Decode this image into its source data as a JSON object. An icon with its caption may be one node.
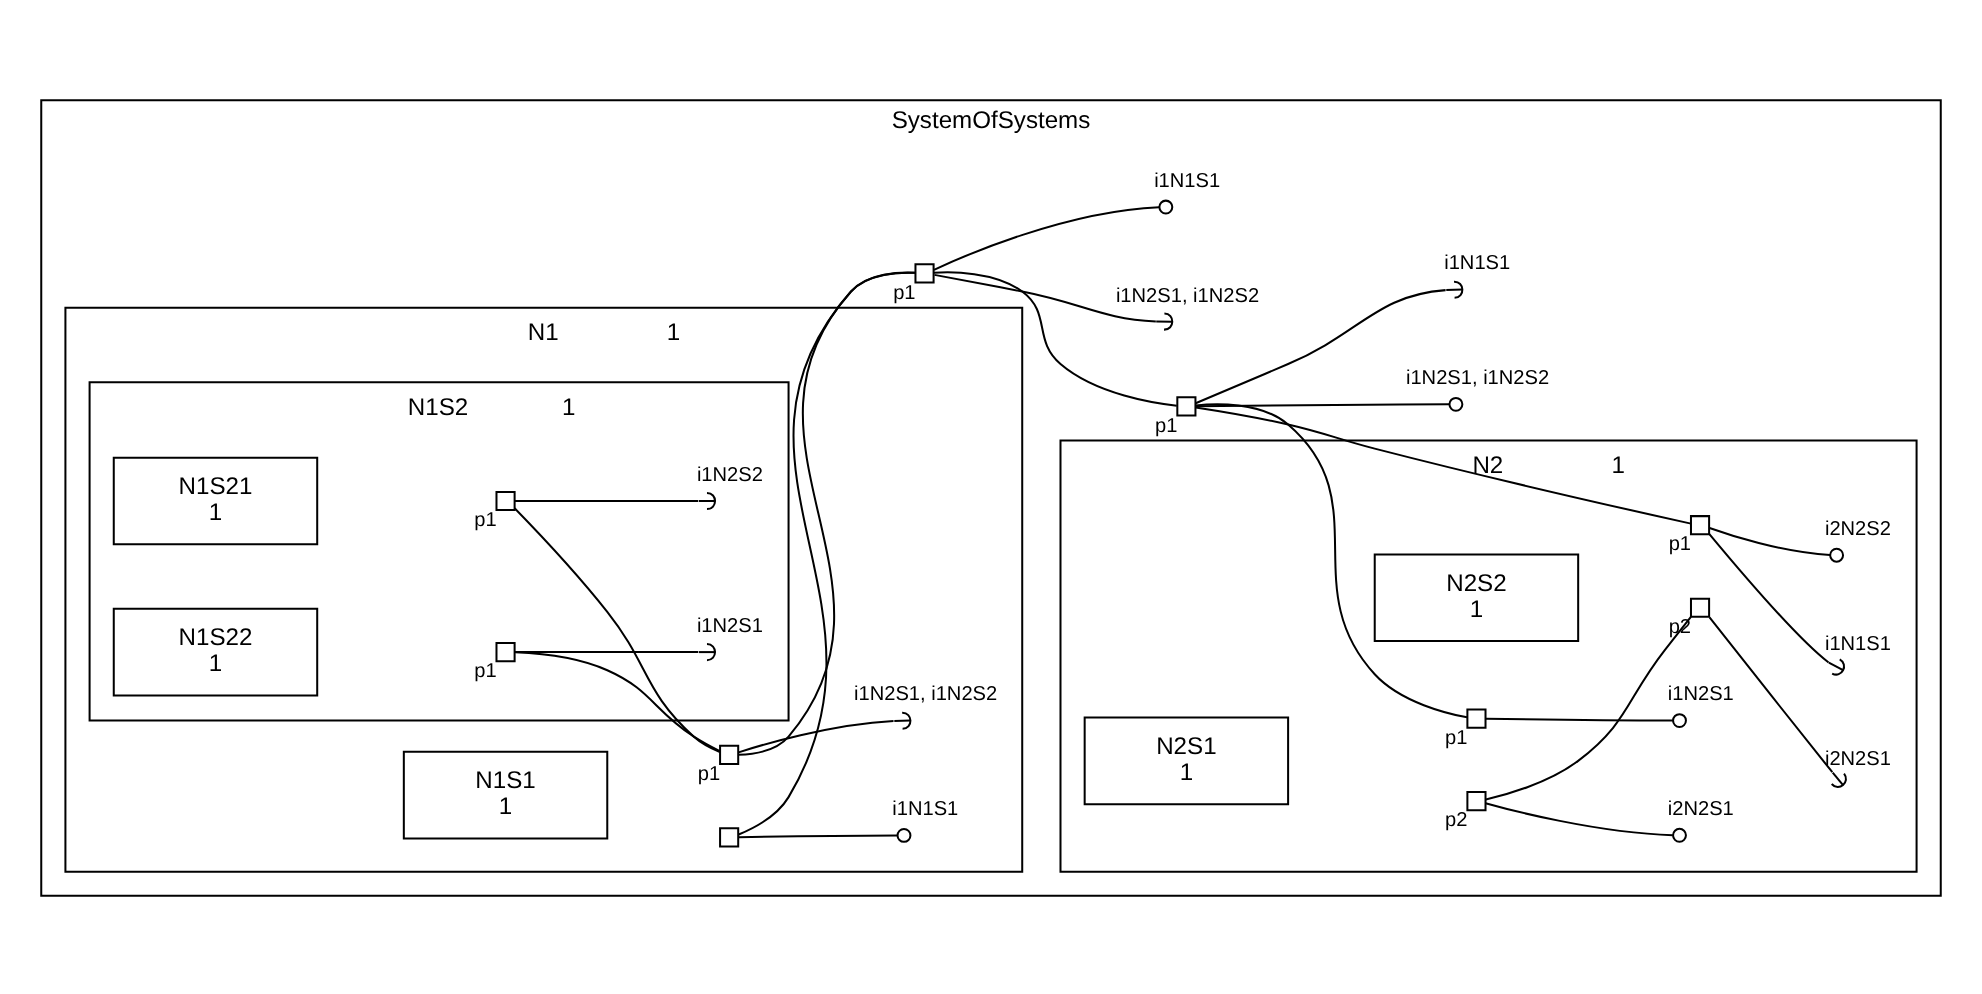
{
  "diagram": {
    "nodes": [
      {
        "text": [
          "SystemOfSystems"
        ]
      },
      {
        "text": [
          "N1",
          "1"
        ],
        "in": 0
      },
      {
        "text": [
          "N1S1",
          "1"
        ],
        "in": 1
      },
      {
        "text": [],
        "shape": "box",
        "in": 1
      },
      {
        "text": [],
        "shape": "circle",
        "beside": [
          "i1N1S1"
        ],
        "in": 1
      },
      {
        "text": [
          "N1S2",
          "1"
        ],
        "in": 1
      },
      {
        "text": [
          "N1S21",
          "1"
        ],
        "in": 5
      },
      {
        "text": [],
        "shape": "box",
        "beside": [
          "p1"
        ],
        "in": 5
      },
      {
        "text": [],
        "shape": "socket",
        "beside": [
          "i1N2S2"
        ],
        "in": 5
      },
      {
        "text": [
          "N1S22",
          "1"
        ],
        "in": 5
      },
      {
        "text": [],
        "shape": "box",
        "beside": [
          "p1"
        ],
        "in": 5
      },
      {
        "text": [],
        "shape": "socket",
        "beside": [
          "i1N2S1"
        ],
        "in": 5
      },
      {
        "text": [],
        "shape": "box",
        "beside": [
          "p1"
        ],
        "in": 1
      },
      {
        "text": [],
        "shape": "socket",
        "beside": [
          "i1N2S1, i1N2S2"
        ],
        "in": 1
      },
      {
        "text": [],
        "shape": "box",
        "beside": [
          "p1"
        ],
        "in": 0
      },
      {
        "text": [],
        "shape": "socket",
        "beside": [
          "i1N2S1, i1N2S2"
        ],
        "in": 0
      },
      {
        "text": [],
        "shape": "circle",
        "beside": [
          "i1N1S1"
        ],
        "in": 0
      },
      {
        "text": [
          "N2",
          "1"
        ],
        "in": 0
      },
      {
        "text": [],
        "shape": "box",
        "beside": [
          "p1"
        ],
        "in": 0
      },
      {
        "text": [],
        "shape": "circle",
        "beside": [
          "i1N2S1, i1N2S2"
        ],
        "in": 0
      },
      {
        "text": [],
        "shape": "socket",
        "beside": [
          "i1N1S1"
        ],
        "in": 0
      },
      {
        "text": [
          "N2S1",
          "1"
        ],
        "in": 17
      },
      {
        "text": [],
        "shape": "box",
        "beside": [
          "p1"
        ],
        "in": 17
      },
      {
        "text": [],
        "shape": "circle",
        "beside": [
          "i1N2S1"
        ],
        "in": 17
      },
      {
        "text": [],
        "shape": "box",
        "beside": [
          "p2"
        ],
        "in": 17
      },
      {
        "text": [],
        "shape": "circle",
        "beside": [
          "i2N2S1"
        ],
        "in": 17
      },
      {
        "text": [
          "N2S2",
          "1"
        ],
        "in": 17
      },
      {
        "text": [],
        "shape": "box",
        "beside": [
          "p1"
        ],
        "in": 17
      },
      {
        "text": [],
        "shape": "circle",
        "beside": [
          "i2N2S2"
        ],
        "in": 17
      },
      {
        "text": [],
        "shape": "socket",
        "beside": [
          "i1N1S1"
        ],
        "in": 17
      },
      {
        "text": [],
        "shape": "box",
        "beside": [
          "p2"
        ],
        "in": 17
      },
      {
        "text": [],
        "shape": "socket",
        "beside": [
          "i2N2S1"
        ],
        "in": 17
      }
    ],
    "edges": [
      {
        "from": 3,
        "to": 4,
        "arrow": "other"
      },
      {
        "from": 7,
        "to": 8,
        "arrow": "none"
      },
      {
        "from": 10,
        "to": 11,
        "arrow": "none"
      },
      {
        "from": 12,
        "to": 13,
        "arrow": "none"
      },
      {
        "from": 14,
        "to": 15,
        "arrow": "none"
      },
      {
        "from": 14,
        "to": 16,
        "arrow": "other"
      },
      {
        "from": 18,
        "to": 19,
        "arrow": "other"
      },
      {
        "from": 18,
        "to": 20,
        "arrow": "none"
      },
      {
        "from": 22,
        "to": 23,
        "arrow": "other"
      },
      {
        "from": 24,
        "to": 25,
        "arrow": "other"
      },
      {
        "from": 27,
        "to": 28,
        "arrow": "other"
      },
      {
        "from": 27,
        "to": 29,
        "arrow": "none"
      },
      {
        "from": 30,
        "to": 31,
        "arrow": "none"
      },
      {
        "from": 7,
        "to": 12,
        "arrow": "none"
      },
      {
        "from": 10,
        "to": 12,
        "arrow": "none"
      },
      {
        "from": 3,
        "to": 14,
        "arrow": "none"
      },
      {
        "from": 12,
        "to": 14,
        "arrow": "none"
      },
      {
        "from": 14,
        "to": 18,
        "arrow": "none"
      },
      {
        "from": 18,
        "to": 22,
        "arrow": "none"
      },
      {
        "from": 18,
        "to": 27,
        "arrow": "none"
      },
      {
        "from": 24,
        "to": 30,
        "arrow": "none"
      }
    ]
  }
}
